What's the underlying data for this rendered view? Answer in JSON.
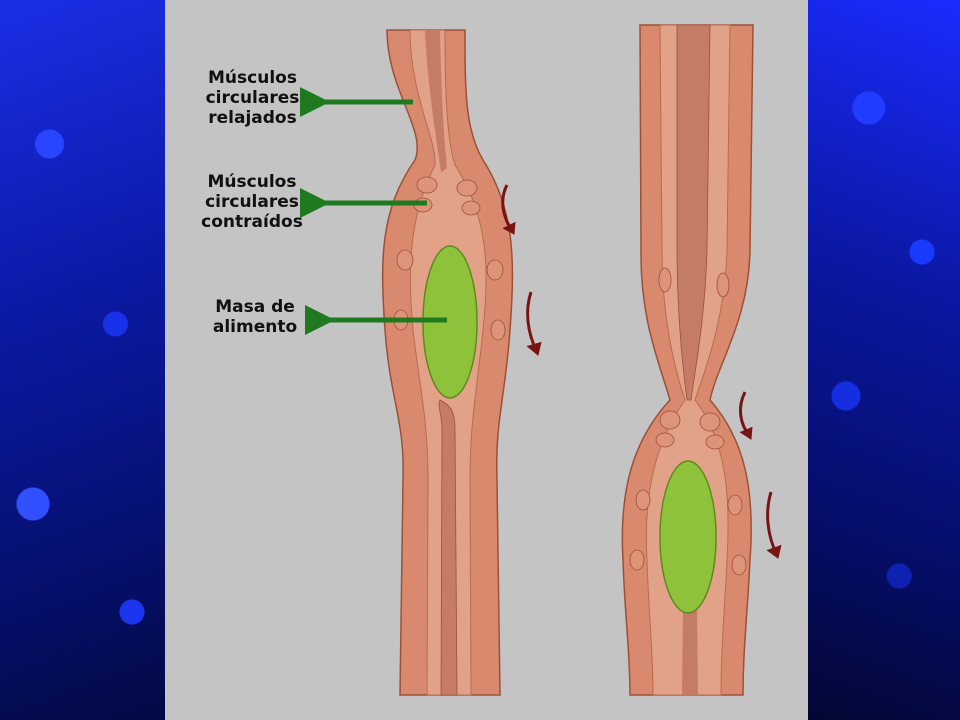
{
  "labels": {
    "relaxed": [
      "Músculos",
      "circulares",
      "relajados"
    ],
    "contracted": [
      "Músculos",
      "circulares",
      "contraídos"
    ],
    "food_mass": [
      "Masa de",
      "alimento"
    ]
  },
  "colors": {
    "panel_bg": "#c4c4c4",
    "muscle": "#d98a6e",
    "muscle_dark": "#b86a50",
    "lumen": "#c47c64",
    "food": "#8ec23a",
    "label_arrow": "#1f7a1f",
    "motion_arrow": "#7a1414"
  },
  "icons": {
    "label_arrow": "green-left-arrow-icon",
    "motion_arrow": "curved-down-arrow-icon"
  }
}
